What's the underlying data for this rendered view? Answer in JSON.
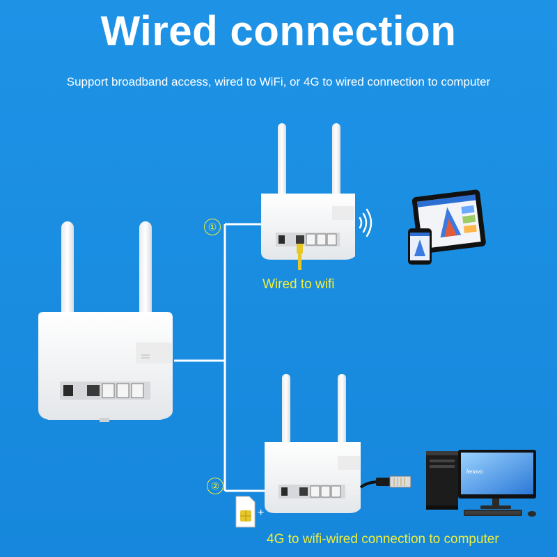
{
  "header": {
    "title": "Wired connection",
    "subtitle": "Support broadband access, wired to WiFi, or 4G to wired connection to computer"
  },
  "paths": [
    {
      "number": "①",
      "caption": "Wired to wifi"
    },
    {
      "number": "②",
      "caption": "4G to wifi-wired connection to computer"
    }
  ],
  "desktop": {
    "brand": "lenovo"
  },
  "colors": {
    "background": "#1a8fe3",
    "caption": "#f2ee3a",
    "text": "#ffffff"
  }
}
